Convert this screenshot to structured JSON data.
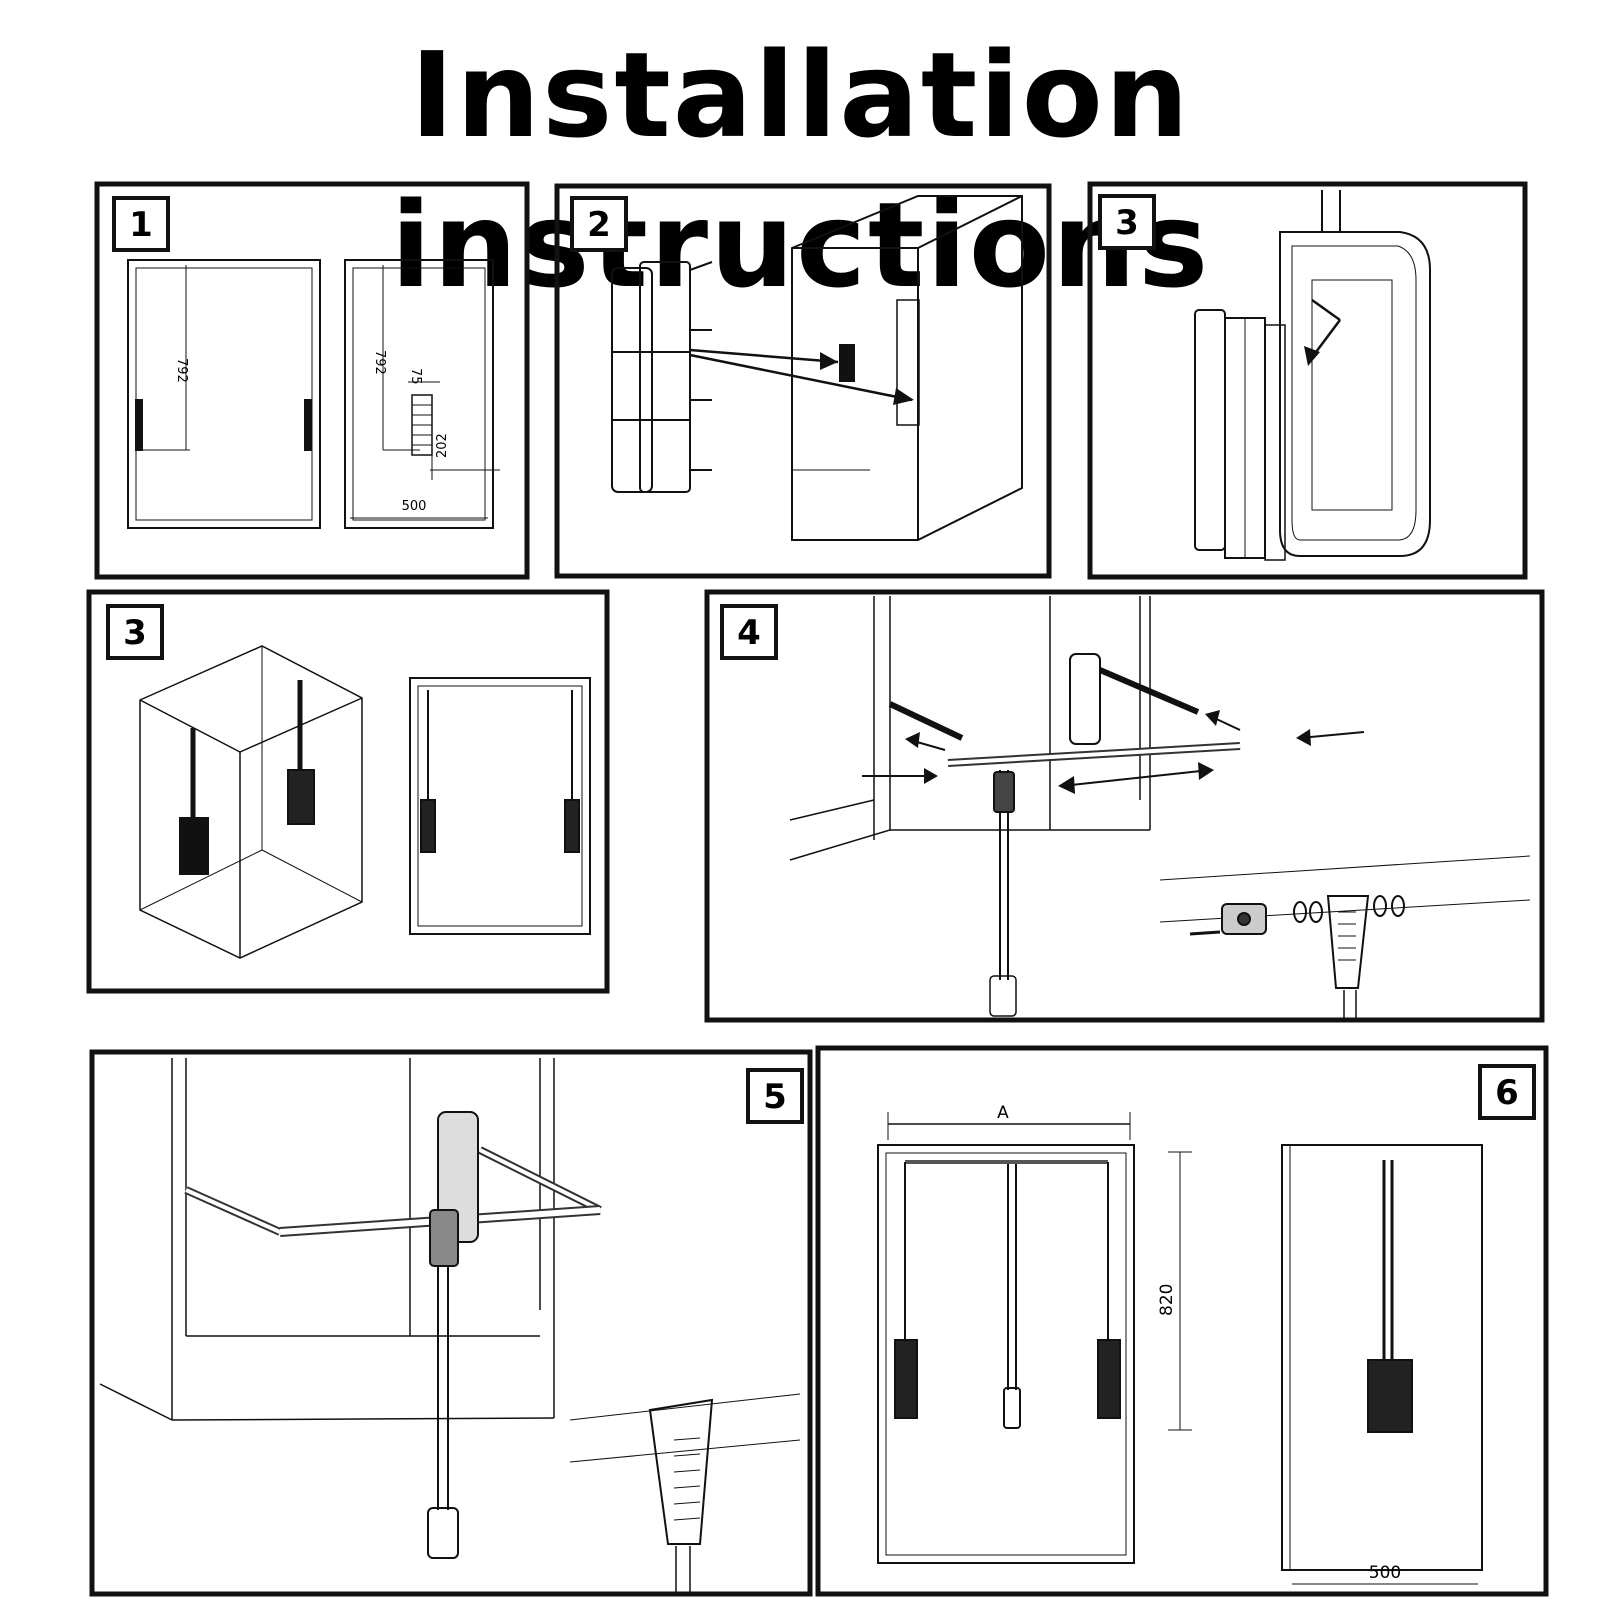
{
  "title": "Installation instructions",
  "panels": [
    {
      "step": "1",
      "dims": {
        "height_a": "792",
        "height_b": "792",
        "small": "75",
        "offset": "202",
        "width": "500"
      }
    },
    {
      "step": "2"
    },
    {
      "step": "3"
    },
    {
      "step": "3"
    },
    {
      "step": "4"
    },
    {
      "step": "5"
    },
    {
      "step": "6",
      "dims": {
        "width_label": "A",
        "height": "820",
        "depth": "500"
      }
    }
  ]
}
